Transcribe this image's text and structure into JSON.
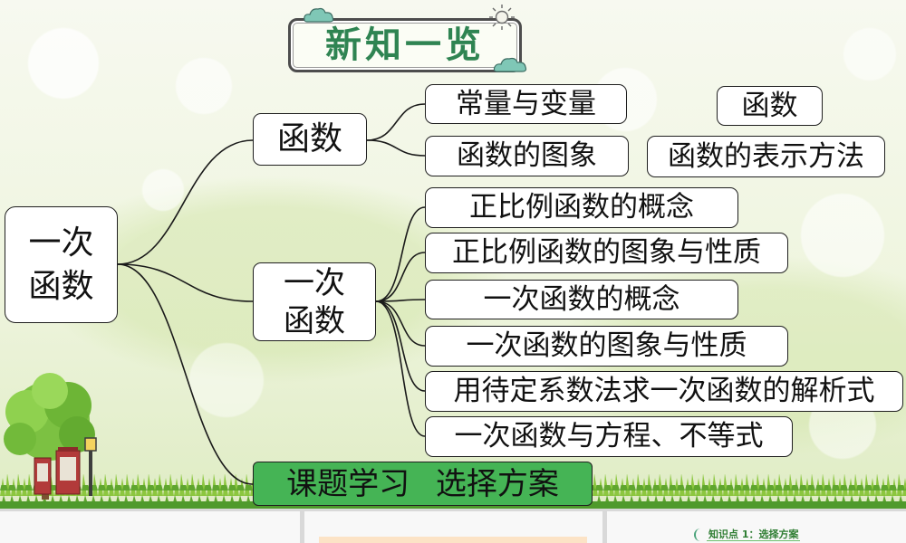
{
  "slide": {
    "title": "新知一览",
    "root": {
      "line1": "一次",
      "line2": "函数"
    },
    "branches": {
      "function": {
        "label": "函数",
        "children": [
          "常量与变量",
          "函数的图象"
        ],
        "side_nodes": [
          "函数",
          "函数的表示方法"
        ]
      },
      "linear_function": {
        "line1": "一次",
        "line2": "函数",
        "children": [
          "正比例函数的概念",
          "正比例函数的图象与性质",
          "一次函数的概念",
          "一次函数的图象与性质",
          "用待定系数法求一次函数的解析式",
          "一次函数与方程、不等式"
        ]
      },
      "project": {
        "label": "课题学习 选择方案"
      }
    }
  },
  "thumbnail_strip": {
    "tag": "知识点 1：选择方案"
  },
  "decorations": [
    "cloud-icon",
    "sun-icon",
    "tree-illustration",
    "phone-booth-illustration",
    "street-lamp-illustration",
    "grass-illustration"
  ],
  "colors": {
    "title_text": "#2f8452",
    "node_fill": "#ffffff",
    "node_border": "#1f1f1f",
    "project_fill": "#45b455",
    "background": "#eff5df",
    "grass": "#7dbb3c",
    "tag_text": "#2e7d32"
  }
}
